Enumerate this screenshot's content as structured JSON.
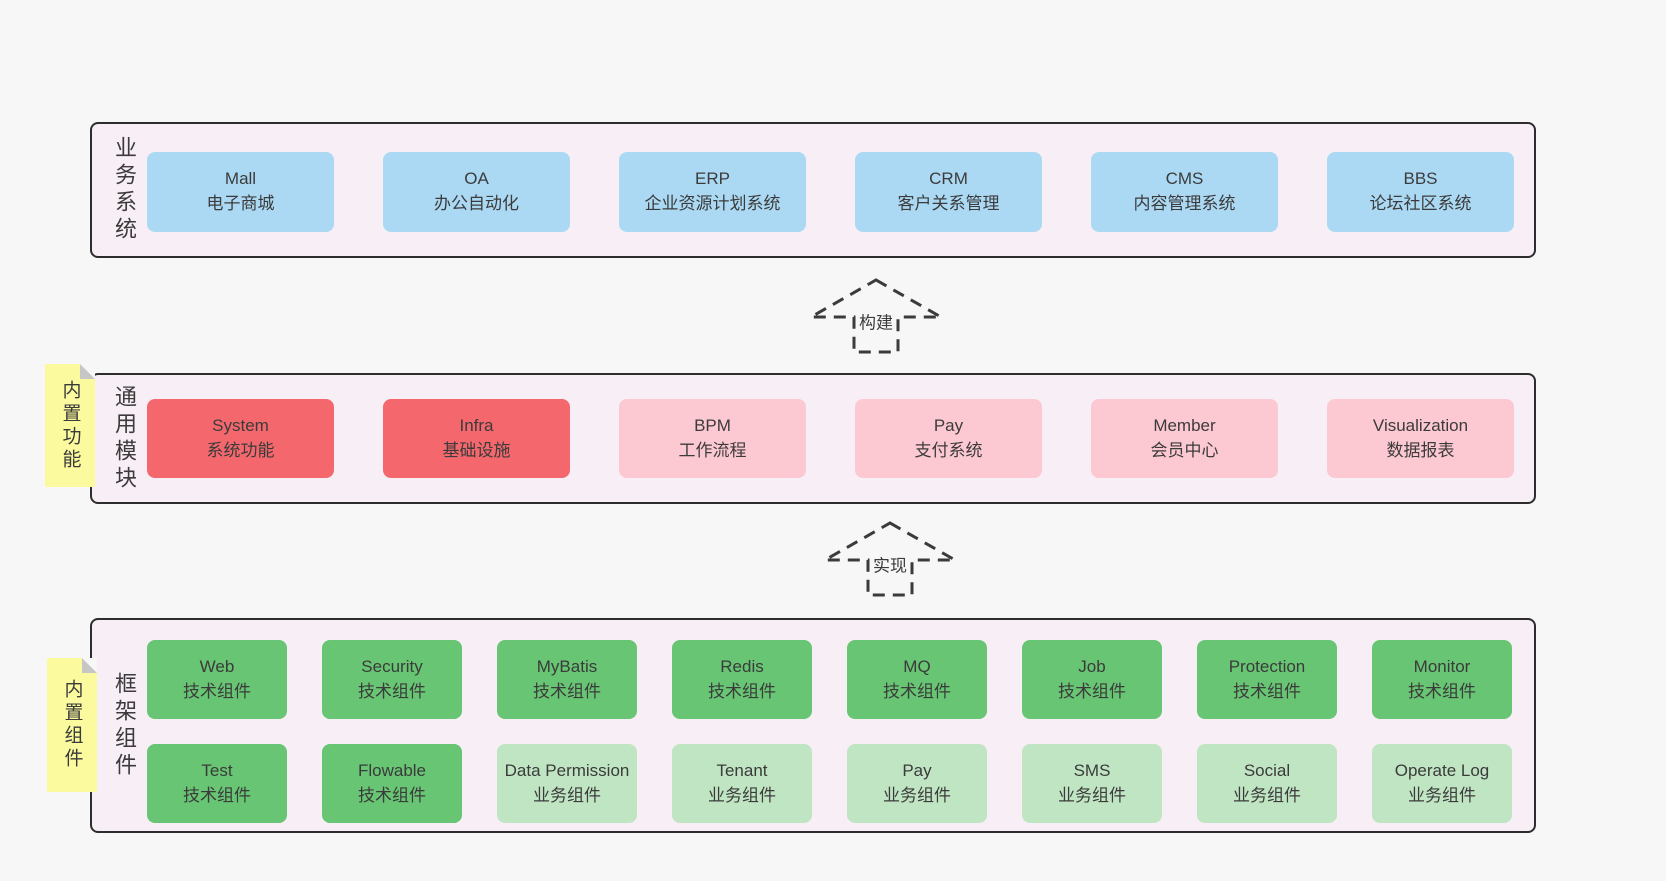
{
  "colors": {
    "page_bg": "#f7f7f7",
    "section_bg": "#f8eef6",
    "section_border": "#2d2d2d",
    "blue": "#abd9f4",
    "red": "#f4686d",
    "pink": "#fcc8d2",
    "green": "#67c573",
    "light_green": "#c0e5c3",
    "sticky_yellow": "#fbfa9e",
    "fold_gray": "#c6c6c6",
    "text": "#3b3b3b"
  },
  "arrows": {
    "build": "构建",
    "implement": "实现"
  },
  "business": {
    "label": "业务系统",
    "boxes": [
      {
        "name": "Mall",
        "desc": "电子商城"
      },
      {
        "name": "OA",
        "desc": "办公自动化"
      },
      {
        "name": "ERP",
        "desc": "企业资源计划系统"
      },
      {
        "name": "CRM",
        "desc": "客户关系管理"
      },
      {
        "name": "CMS",
        "desc": "内容管理系统"
      },
      {
        "name": "BBS",
        "desc": "论坛社区系统"
      }
    ]
  },
  "modules": {
    "label": "通用模块",
    "sticky": "内置功能",
    "boxes": [
      {
        "name": "System",
        "desc": "系统功能"
      },
      {
        "name": "Infra",
        "desc": "基础设施"
      },
      {
        "name": "BPM",
        "desc": "工作流程"
      },
      {
        "name": "Pay",
        "desc": "支付系统"
      },
      {
        "name": "Member",
        "desc": "会员中心"
      },
      {
        "name": "Visualization",
        "desc": "数据报表"
      }
    ]
  },
  "components": {
    "label": "框架组件",
    "sticky": "内置组件",
    "row1": [
      {
        "name": "Web",
        "desc": "技术组件"
      },
      {
        "name": "Security",
        "desc": "技术组件"
      },
      {
        "name": "MyBatis",
        "desc": "技术组件"
      },
      {
        "name": "Redis",
        "desc": "技术组件"
      },
      {
        "name": "MQ",
        "desc": "技术组件"
      },
      {
        "name": "Job",
        "desc": "技术组件"
      },
      {
        "name": "Protection",
        "desc": "技术组件"
      },
      {
        "name": "Monitor",
        "desc": "技术组件"
      }
    ],
    "row2": [
      {
        "name": "Test",
        "desc": "技术组件"
      },
      {
        "name": "Flowable",
        "desc": "技术组件"
      },
      {
        "name": "Data Permission",
        "desc": "业务组件"
      },
      {
        "name": "Tenant",
        "desc": "业务组件"
      },
      {
        "name": "Pay",
        "desc": "业务组件"
      },
      {
        "name": "SMS",
        "desc": "业务组件"
      },
      {
        "name": "Social",
        "desc": "业务组件"
      },
      {
        "name": "Operate Log",
        "desc": "业务组件"
      }
    ]
  }
}
